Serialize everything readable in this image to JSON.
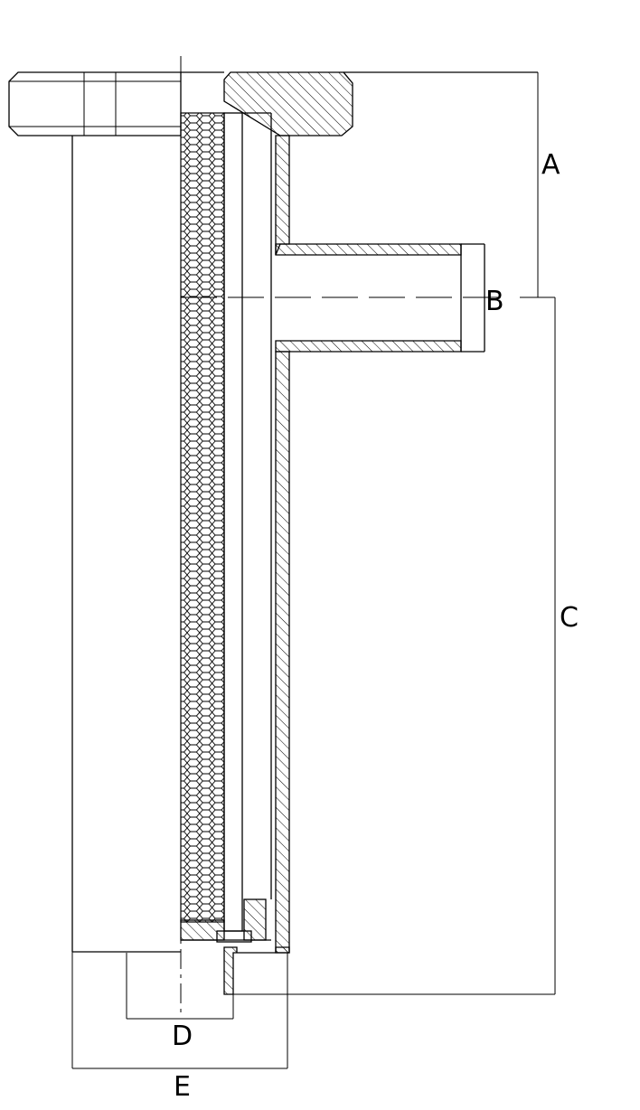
{
  "diagram": {
    "dimension_labels": {
      "a": "A",
      "b": "B",
      "c": "C",
      "d": "D",
      "e": "E"
    }
  }
}
